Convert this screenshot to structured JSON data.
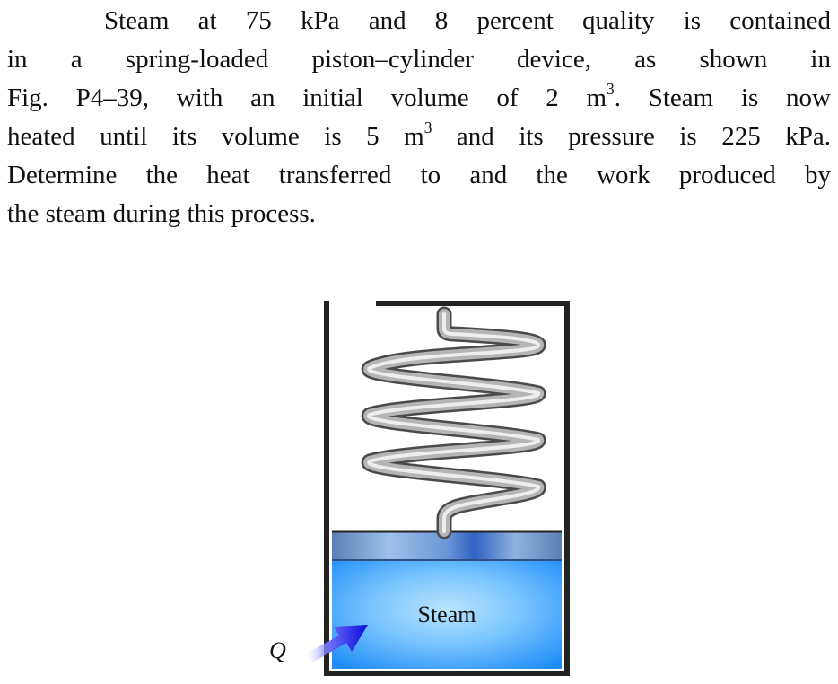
{
  "problem": {
    "line1": "Steam at 75 kPa and 8 percent quality is contained",
    "line2": "in a spring-loaded piston–cylinder device, as shown in",
    "line3_a": "Fig. P4–39, with an initial volume of 2 m",
    "line3_sup": "3",
    "line3_b": ". Steam is now",
    "line4_a": "heated until its volume is 5 m",
    "line4_sup": "3",
    "line4_b": " and its pressure is 225 kPa.",
    "line5": "Determine the heat transferred to and the work produced by",
    "line6": "the steam during this process."
  },
  "figure": {
    "steam_label": "Steam",
    "heat_label": "Q"
  },
  "colors": {
    "wall": "#222222",
    "steam_light": "#9fd6ff",
    "steam_mid": "#3aa6ff",
    "piston_blue": "#3f6fc0",
    "arrow_blue": "#1212e0",
    "spring_gray": "#a4a4a4"
  }
}
